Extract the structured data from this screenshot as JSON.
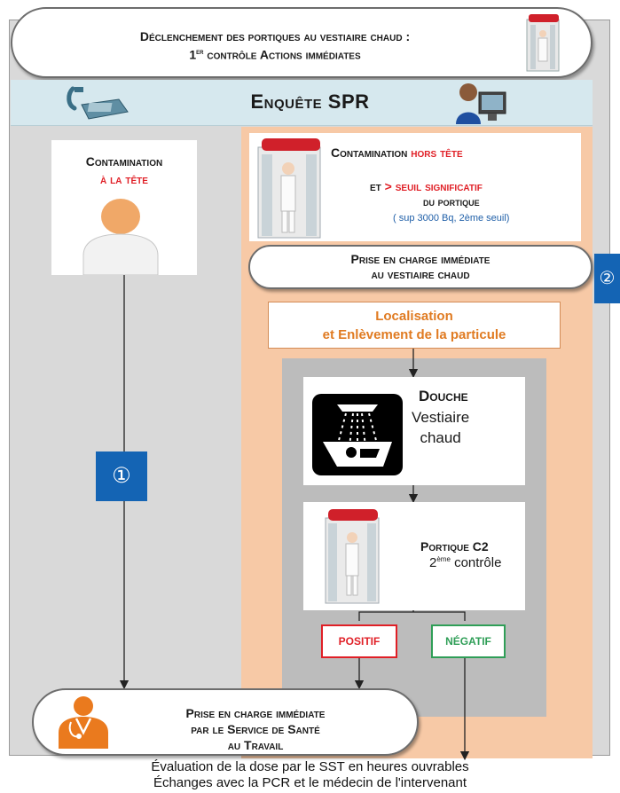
{
  "banner": {
    "line1": "Déclenchement des portiques au vestiaire chaud :",
    "line2_pre": "1",
    "line2_sup": "er",
    "line2_post": " contrôle  Actions immédiates"
  },
  "enquete": {
    "title": "Enquête SPR"
  },
  "left_card": {
    "line1": "Contamination",
    "line2": "à la tête"
  },
  "contam_card": {
    "line1_black": "Contamination ",
    "line1_red": "hors tête",
    "line2_black": "et ",
    "line2_red": "> seuil significatif",
    "line3": "du portique",
    "line4": "( sup 3000 Bq, 2ème seuil)"
  },
  "prise_vestiaire": {
    "line1": "Prise en charge immédiate",
    "line2": "au vestiaire chaud"
  },
  "badge2": "②",
  "badge1": "①",
  "localisation": {
    "line1": "Localisation",
    "line2": "et  Enlèvement de la particule"
  },
  "douche": {
    "title": "Douche",
    "line1": "Vestiaire",
    "line2": "chaud"
  },
  "portique_c2": {
    "title": "Portique C2",
    "sub_pre": "2",
    "sub_sup": "ème",
    "sub_post": " contrôle"
  },
  "results": {
    "positif": "POSITIF",
    "negatif": "NÉGATIF"
  },
  "sst": {
    "line1": "Prise en charge immédiate",
    "line2": "par le Service de Santé",
    "line3": "au Travail"
  },
  "footer": {
    "line1": "Évaluation de la dose par le SST en heures ouvrables",
    "line2": "Échanges avec la PCR et le médecin de l'intervenant"
  },
  "colors": {
    "red": "#e01f26",
    "green": "#2f9e57",
    "orange_text": "#e07b22",
    "badge_blue": "#1464b4",
    "peach": "#f7c9a6",
    "grey": "#d9d9d9",
    "light_blue": "#d6e8ee"
  },
  "icons": [
    "telephone-icon",
    "user-computer-icon",
    "person-silhouette-icon",
    "portique-icon",
    "shower-icon",
    "doctor-icon"
  ]
}
